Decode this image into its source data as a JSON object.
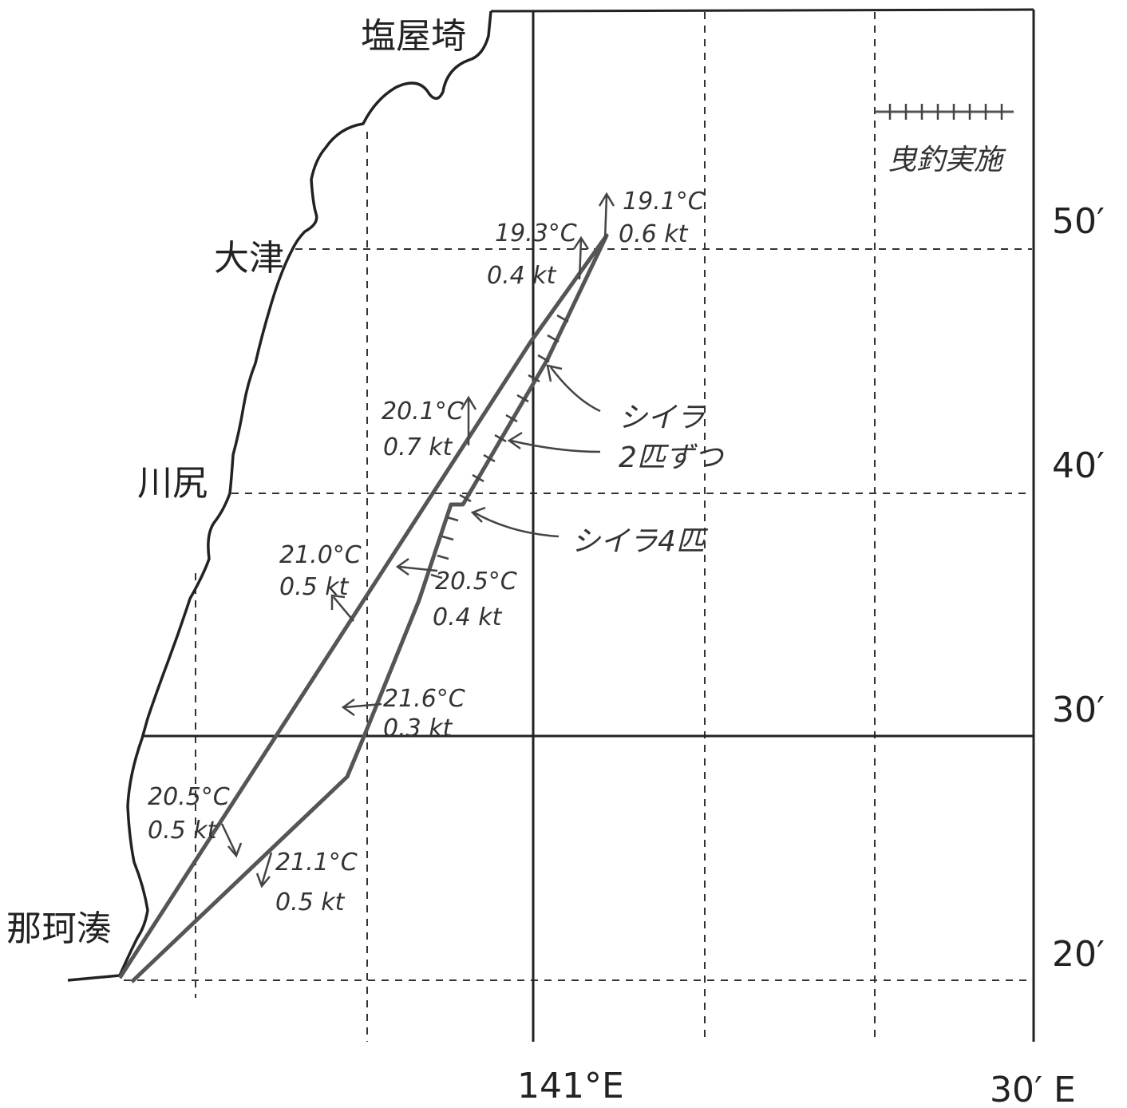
{
  "places": {
    "shioyazaki": "塩屋埼",
    "otsu": "大津",
    "kawajiri": "川尻",
    "nakaminato": "那珂湊"
  },
  "axis": {
    "lat_50": "50′",
    "lat_40": "40′",
    "lat_30": "30′",
    "lat_20": "20′",
    "lon_141": "141°E",
    "lon_30": "30′ E"
  },
  "legend": {
    "label": "曳釣実施"
  },
  "observations": [
    {
      "temp": "19.1°C",
      "speed": "0.6 kt"
    },
    {
      "temp": "19.3°C",
      "speed": "0.4 kt"
    },
    {
      "temp": "20.1°C",
      "speed": "0.7 kt"
    },
    {
      "temp": "21.0°C",
      "speed": "0.5 kt"
    },
    {
      "temp": "20.5°C",
      "speed": "0.4 kt"
    },
    {
      "temp": "21.6°C",
      "speed": "0.3 kt"
    },
    {
      "temp": "20.5°C",
      "speed": "0.5 kt"
    },
    {
      "temp": "21.1°C",
      "speed": "0.5 kt"
    }
  ],
  "catches": {
    "a_line1": "シイラ",
    "a_line2": "2匹ずつ",
    "b": "シイラ4匹"
  }
}
